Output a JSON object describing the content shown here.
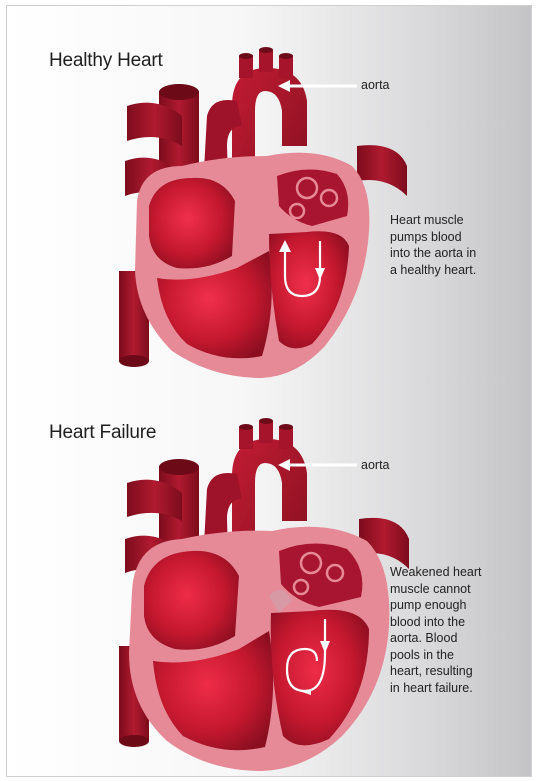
{
  "panels": [
    {
      "title": "Healthy Heart",
      "aorta_label": "aorta",
      "description": "Heart muscle\npumps blood\ninto the aorta in\na healthy heart."
    },
    {
      "title": "Heart Failure",
      "aorta_label": "aorta",
      "description": "Weakened heart\nmuscle cannot\npump enough\nblood into the\naorta. Blood\npools in the\nheart, resulting\nin heart failure."
    }
  ],
  "colors": {
    "muscle_dark": "#8b0f22",
    "muscle_mid": "#b71a32",
    "chamber_bright": "#e0203c",
    "wall_pink": "#e58a96",
    "arrow": "#ffffff"
  }
}
